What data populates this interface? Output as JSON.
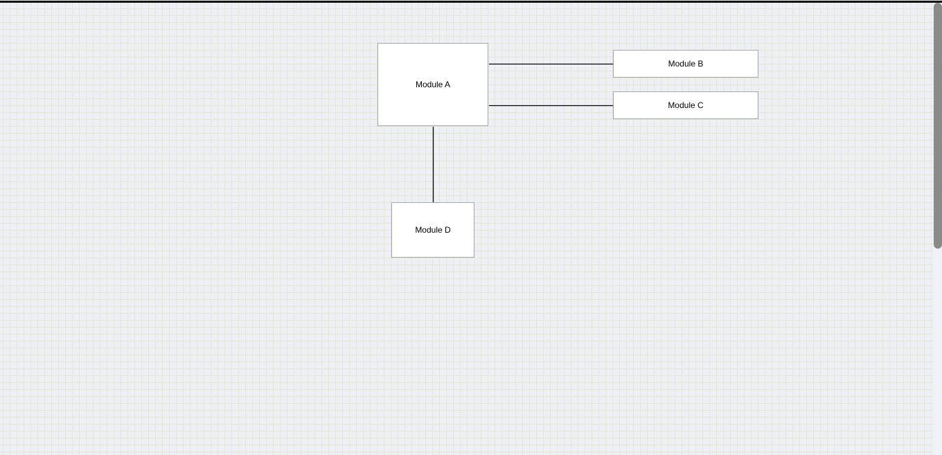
{
  "diagram": {
    "nodes": [
      {
        "id": "module-a",
        "label": "Module A"
      },
      {
        "id": "module-b",
        "label": "Module B"
      },
      {
        "id": "module-c",
        "label": "Module C"
      },
      {
        "id": "module-d",
        "label": "Module D"
      }
    ],
    "edges": [
      {
        "from": "Module A",
        "to": "Module B"
      },
      {
        "from": "Module A",
        "to": "Module C"
      },
      {
        "from": "Module A",
        "to": "Module D"
      }
    ]
  },
  "scrollbar": {
    "orientation": "vertical",
    "thumb_position": "top"
  },
  "colors": {
    "canvas_background": "#eef0f6",
    "grid_line": "#e3e8d4",
    "node_fill": "#ffffff",
    "node_border": "#a6a6a6",
    "node_text": "#000000",
    "edge_stroke": "#000000",
    "scrollbar_thumb": "#8a8a8a",
    "scrollbar_track": "#f1f2f7",
    "window_top_edge": "#141414"
  }
}
